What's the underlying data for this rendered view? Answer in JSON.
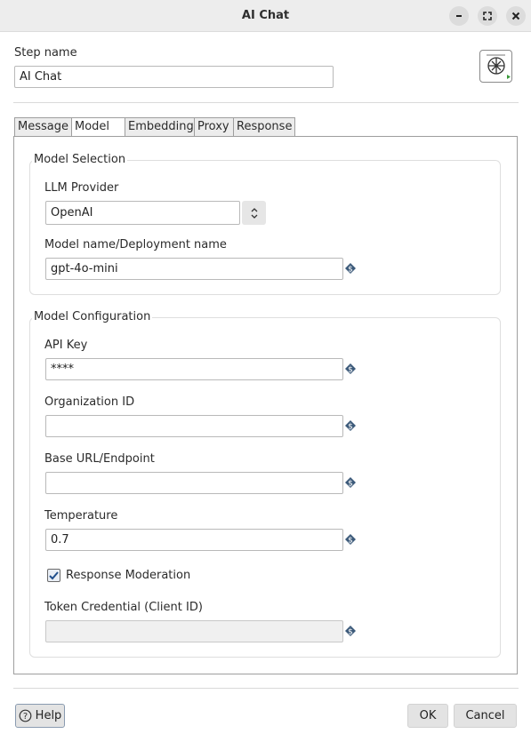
{
  "window": {
    "title": "AI Chat"
  },
  "step": {
    "label": "Step name",
    "value": "AI Chat"
  },
  "tabs": [
    "Message",
    "Model",
    "Embedding",
    "Proxy",
    "Response"
  ],
  "model_selection": {
    "title": "Model Selection",
    "provider_label": "LLM Provider",
    "provider_value": "OpenAI",
    "model_label": "Model name/Deployment name",
    "model_value": "gpt-4o-mini"
  },
  "model_config": {
    "title": "Model Configuration",
    "api_key_label": "API Key",
    "api_key_value": "****",
    "org_label": "Organization ID",
    "org_value": "",
    "base_url_label": "Base URL/Endpoint",
    "base_url_value": "",
    "temperature_label": "Temperature",
    "temperature_value": "0.7",
    "moderation_label": "Response Moderation",
    "moderation_checked": true,
    "token_label": "Token Credential (Client ID)",
    "token_value": ""
  },
  "footer": {
    "help": "Help",
    "ok": "OK",
    "cancel": "Cancel"
  }
}
